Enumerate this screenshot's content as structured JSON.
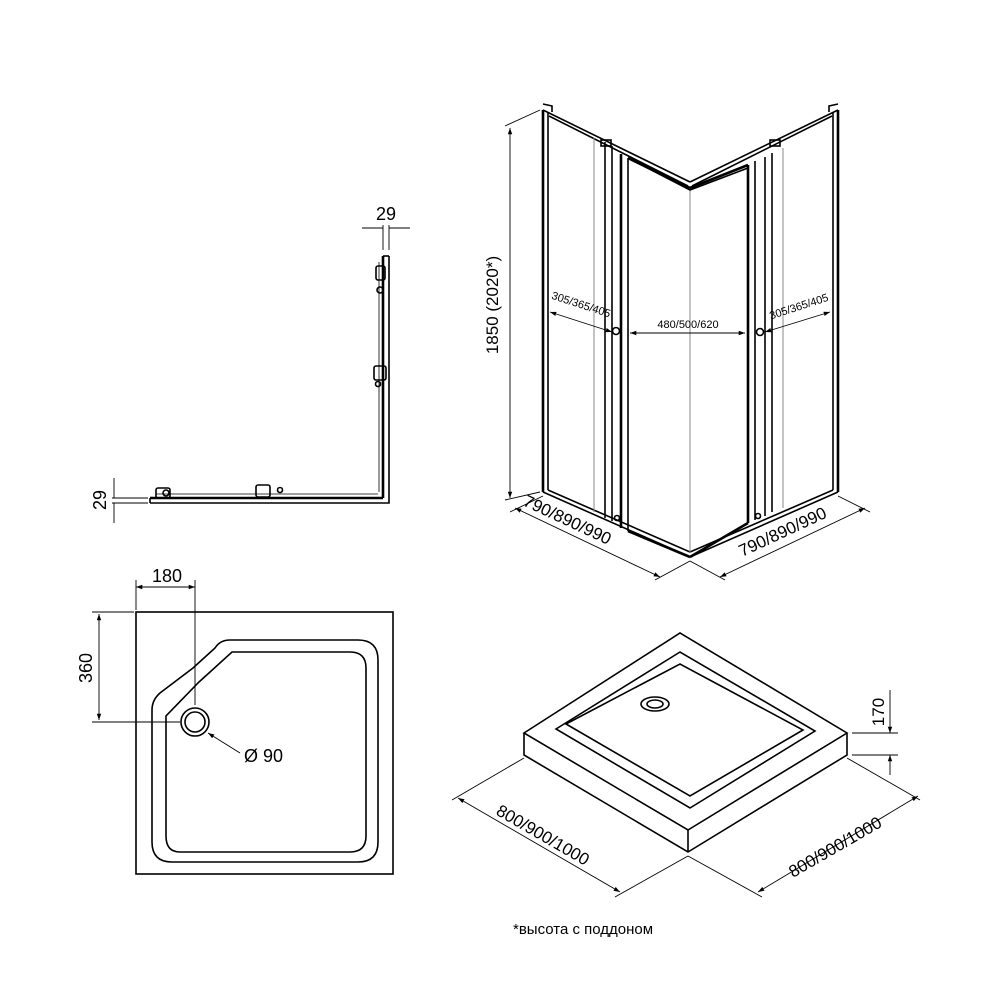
{
  "plan": {
    "frame_depth_h": "29",
    "frame_depth_v": "29"
  },
  "enclosure": {
    "height": "1850 (2020*)",
    "side_panel_left": "305/365/405",
    "door_width": "480/500/620",
    "side_panel_right": "305/365/405",
    "width_left": "790/890/990",
    "width_right": "790/890/990"
  },
  "tray_plan": {
    "drain_offset_x": "180",
    "drain_offset_y": "360",
    "drain_diameter": "Ø 90"
  },
  "tray_iso": {
    "height": "170",
    "side_left": "800/900/1000",
    "side_right": "800/900/1000"
  },
  "footnote": "*высота с поддоном"
}
